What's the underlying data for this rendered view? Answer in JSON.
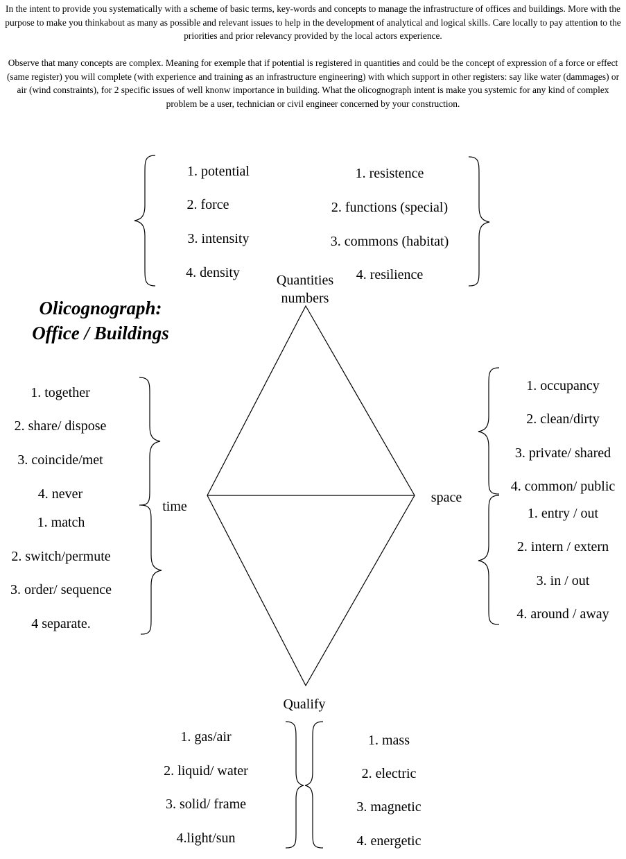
{
  "intro": {
    "paragraph1": "In the intent to provide you systematically with a scheme of basic terms, key-words and concepts to manage the infrastructure of offices and buildings. More with the purpose to make you thinkabout as many as possible and relevant  issues to  help in the development of analytical and logical skills. Care locally to pay attention to the priorities and prior relevancy provided by the local actors experience.",
    "paragraph2": "Observe that many concepts are complex. Meaning for exemple that if potential is registered in quantities and could be the concept of expression of a force or effect (same register) you will complete (with experience and training as an infrastructure engineering) with which support in other registers: say like water (dammages) or air (wind constraints), for 2 specific issues of well knonw importance in building. What the olicognograph intent is make you systemic for any kind of complex problem be a user, technician or civil engineer concerned by your construction."
  },
  "title": {
    "line1": "Olicognograph:",
    "line2": "Office / Buildings"
  },
  "axes": {
    "top_line1": "Quantities",
    "top_line2": "numbers",
    "left": "time",
    "right": "space",
    "bottom": "Qualify"
  },
  "groups": {
    "top_left": [
      "1. potential",
      "2. force",
      "3. intensity",
      "4. density"
    ],
    "top_right": [
      "1. resistence",
      "2. functions (special)",
      "3. commons (habitat)",
      "4. resilience"
    ],
    "left_upper": [
      "1. together",
      "2. share/ dispose",
      "3. coincide/met",
      "4. never"
    ],
    "left_lower": [
      "1. match",
      "2. switch/permute",
      "3. order/ sequence",
      "4 separate."
    ],
    "right_upper": [
      "1. occupancy",
      "2. clean/dirty",
      "3. private/ shared",
      "4. common/ public"
    ],
    "right_lower": [
      "1. entry / out",
      "2. intern / extern",
      "3. in / out",
      "4. around / away"
    ],
    "bottom_left": [
      "1. gas/air",
      "2. liquid/ water",
      "3. solid/ frame",
      "4.light/sun"
    ],
    "bottom_right": [
      "1. mass",
      "2. electric",
      "3. magnetic",
      "4. energetic"
    ]
  },
  "colors": {
    "ink": "#000000",
    "background": "#ffffff"
  }
}
